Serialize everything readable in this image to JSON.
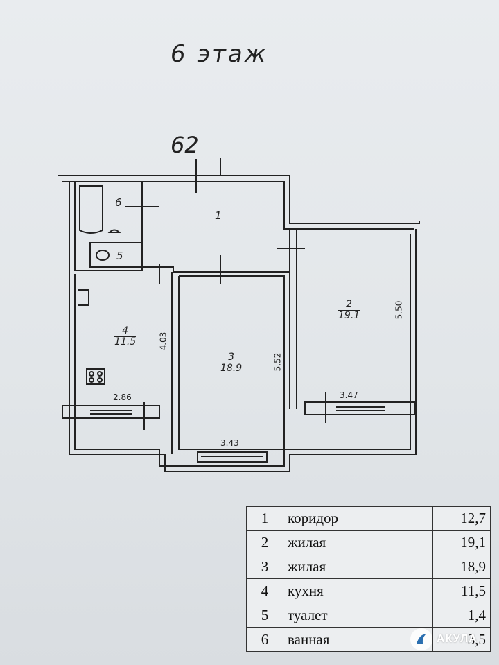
{
  "floor_title": "6 этаж",
  "apartment_number": "62",
  "rooms": [
    {
      "num": "1",
      "area_label": ""
    },
    {
      "num": "2",
      "area_label": "19.1"
    },
    {
      "num": "3",
      "area_label": "18.9"
    },
    {
      "num": "4",
      "area_label": "11.5"
    },
    {
      "num": "5",
      "area_label": ""
    },
    {
      "num": "6",
      "area_label": ""
    }
  ],
  "dimensions": {
    "kitchen_depth": "4.03",
    "kitchen_width": "2.86",
    "room3_depth": "5.52",
    "room3_width": "3.43",
    "room2_depth": "5.50",
    "room2_width": "3.47"
  },
  "legend": [
    {
      "num": "1",
      "name": "коридор",
      "area": "12,7"
    },
    {
      "num": "2",
      "name": "жилая",
      "area": "19,1"
    },
    {
      "num": "3",
      "name": "жилая",
      "area": "18,9"
    },
    {
      "num": "4",
      "name": "кухня",
      "area": "11,5"
    },
    {
      "num": "5",
      "name": "туалет",
      "area": "1,4"
    },
    {
      "num": "6",
      "name": "ванная",
      "area": "3,5"
    }
  ],
  "brand": {
    "name": "АКУЛА",
    "icon": "shark-fin-icon"
  },
  "colors": {
    "ink": "#222222",
    "paper": "#e6e9ec"
  }
}
